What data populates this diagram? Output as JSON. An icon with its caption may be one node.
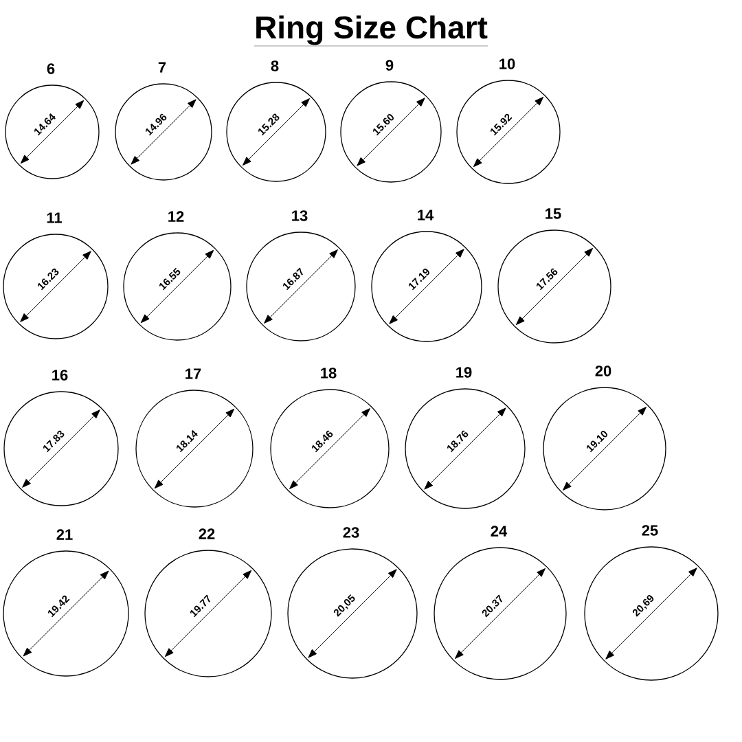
{
  "diagram": {
    "title": "Ring Size Chart",
    "nodes": [
      {
        "text": [
          "6",
          "14.64"
        ]
      },
      {
        "text": [
          "7",
          "14.96"
        ]
      },
      {
        "text": [
          "8",
          "15.28"
        ]
      },
      {
        "text": [
          "9",
          "15.60"
        ]
      },
      {
        "text": [
          "10",
          "15.92"
        ]
      },
      {
        "text": [
          "11",
          "16.23"
        ]
      },
      {
        "text": [
          "12",
          "16.55"
        ]
      },
      {
        "text": [
          "13",
          "16.87"
        ]
      },
      {
        "text": [
          "14",
          "17.19"
        ]
      },
      {
        "text": [
          "15",
          "17.56"
        ]
      },
      {
        "text": [
          "16",
          "17.83"
        ]
      },
      {
        "text": [
          "17",
          "18.14"
        ]
      },
      {
        "text": [
          "18",
          "18.46"
        ]
      },
      {
        "text": [
          "19",
          "18.76"
        ]
      },
      {
        "text": [
          "20",
          "19.10"
        ]
      },
      {
        "text": [
          "21",
          "19.42"
        ]
      },
      {
        "text": [
          "22",
          "19.77"
        ]
      },
      {
        "text": [
          "23",
          "20,05"
        ]
      },
      {
        "text": [
          "24",
          "20.37"
        ]
      },
      {
        "text": [
          "25",
          "20,69"
        ]
      }
    ]
  }
}
